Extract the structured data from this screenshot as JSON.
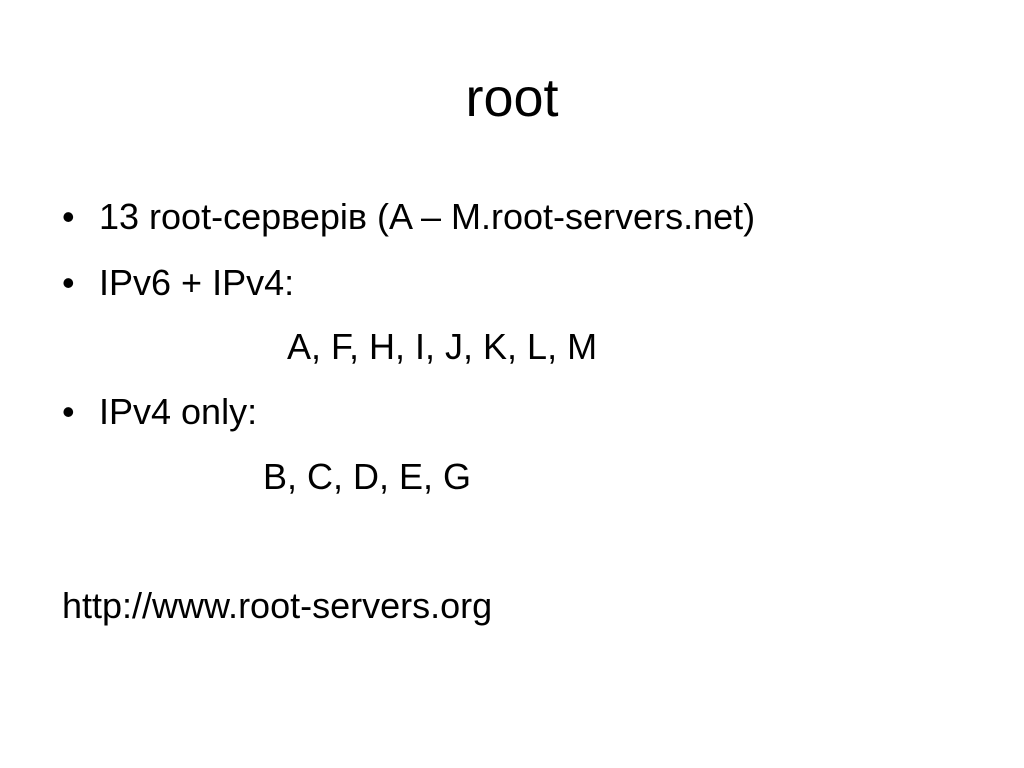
{
  "slide": {
    "title": "root",
    "bullets": [
      {
        "marker": "•",
        "text": "13 root-серверів  (A – M.root-servers.net)"
      },
      {
        "marker": "•",
        "text": "IPv6 + IPv4:"
      },
      {
        "marker": "•",
        "text": "IPv4 only:"
      }
    ],
    "ipv6_servers": "A, F, H, I, J, K, L, M",
    "ipv4_servers": "B, C, D, E, G",
    "link": "http://www.root-servers.org"
  }
}
